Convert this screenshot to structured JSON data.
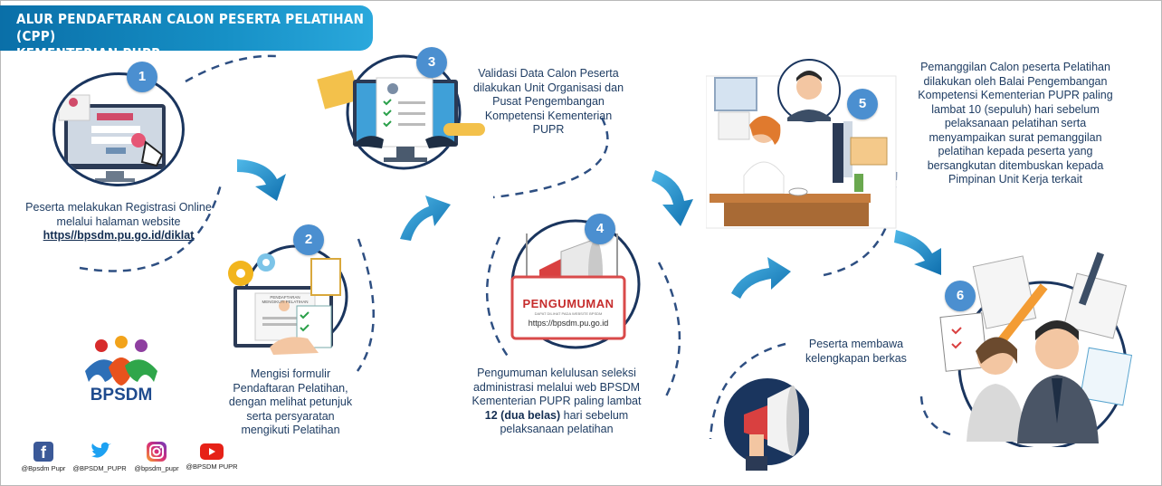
{
  "header": {
    "title_line1": "ALUR PENDAFTARAN CALON PESERTA PELATIHAN (CPP)",
    "title_line2": "KEMENTERIAN PUPR"
  },
  "steps": [
    {
      "number": "1",
      "text_before": "Peserta melakukan Registrasi Online melalui halaman website",
      "link": "https//bpsdm.pu.go.id/diklat"
    },
    {
      "number": "2",
      "text": "Mengisi formulir Pendaftaran Pelatihan, dengan melihat petunjuk serta persyaratan mengikuti Pelatihan",
      "form_label": "PENDAFTARAN MENGIKUTI PELATIHAN"
    },
    {
      "number": "3",
      "text": "Validasi Data Calon Peserta dilakukan Unit Organisasi dan Pusat Pengembangan Kompetensi Kementerian PUPR"
    },
    {
      "number": "4",
      "text_before": "Pengumuman kelulusan seleksi administrasi melalui web BPSDM Kementerian PUPR paling lambat",
      "text_bold": "12 (dua belas)",
      "text_after": "hari sebelum pelaksanaan pelatihan",
      "board_title": "PENGUMUMAN",
      "board_sub": "DAPAT DILIHAT PADA WEBSITE BPSDM",
      "board_url": "https://bpsdm.pu.go.id"
    },
    {
      "number": "5",
      "text": "Pemanggilan Calon peserta Pelatihan dilakukan oleh Balai Pengembangan Kompetensi Kementerian PUPR paling lambat 10 (sepuluh) hari sebelum pelaksanaan pelatihan serta menyampaikan surat pemanggilan pelatihan kepada peserta yang bersangkutan ditembuskan kepada Pimpinan Unit Kerja terkait"
    },
    {
      "number": "6",
      "text": "Peserta membawa kelengkapan berkas"
    }
  ],
  "logo": {
    "text": "BPSDM"
  },
  "social": [
    {
      "icon": "facebook-icon",
      "handle": "@Bpsdm Pupr",
      "color": "#3b5998"
    },
    {
      "icon": "twitter-icon",
      "handle": "@BPSDM_PUPR",
      "color": "#1da1f2"
    },
    {
      "icon": "instagram-icon",
      "handle": "@bpsdm_pupr",
      "color": "#c13584"
    },
    {
      "icon": "youtube-icon",
      "handle": "@BPSDM PUPR",
      "color": "#e62117"
    }
  ],
  "colors": {
    "banner": "#1690c6",
    "badge": "#4b8fd0",
    "arrow": "#1d8cc4",
    "ring": "#1a355e",
    "dash": "#2e4f82",
    "text": "#1f3d63"
  }
}
